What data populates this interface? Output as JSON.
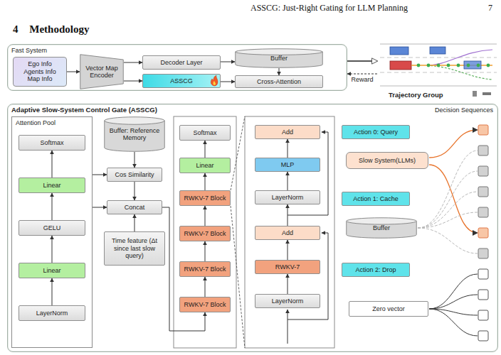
{
  "diagram": {
    "nodes": [
      {
        "text": [
          "Fast System"
        ]
      },
      {
        "text": [
          "Ego Info",
          "Agents Info",
          "Map Info"
        ],
        "in": 0
      },
      {
        "text": [
          "Vector Map Encoder"
        ],
        "in": 0
      },
      {
        "text": [
          "Decoder Layer"
        ],
        "in": 0
      },
      {
        "text": [
          "ASSCG"
        ],
        "in": 0
      },
      {
        "text": [
          "Buffer"
        ],
        "in": 0
      },
      {
        "text": [
          "Cross-Attention"
        ],
        "in": 0
      },
      {
        "text": [
          "Trajectory Group"
        ]
      },
      {
        "text": [
          "Adaptive Slow-System Control Gate (ASSCG)",
          "Decision Sequences"
        ]
      },
      {
        "text": [
          "Attention Pool"
        ],
        "in": 8
      },
      {
        "text": [
          "Softmax"
        ],
        "in": 9
      },
      {
        "text": [
          "Linear"
        ],
        "in": 9
      },
      {
        "text": [
          "GELU"
        ],
        "in": 9
      },
      {
        "text": [
          "Linear"
        ],
        "in": 9
      },
      {
        "text": [
          "LayerNorm"
        ],
        "in": 9
      },
      {
        "text": [
          "Buffer: Reference Memory"
        ],
        "in": 8
      },
      {
        "text": [
          "Cos Similarity"
        ],
        "in": 8
      },
      {
        "text": [
          "Concat"
        ],
        "in": 8
      },
      {
        "text": [
          "Time feature (Δt since last slow query)"
        ],
        "in": 8
      },
      {
        "text": [
          "Softmax"
        ],
        "in": 8
      },
      {
        "text": [
          "Linear"
        ],
        "in": 8
      },
      {
        "text": [
          "RWKV-7 Block"
        ],
        "in": 8
      },
      {
        "text": [
          "RWKV-7 Block"
        ],
        "in": 8
      },
      {
        "text": [
          "RWKV-7 Block"
        ],
        "in": 8
      },
      {
        "text": [
          "RWKV-7 Block"
        ],
        "in": 8
      },
      {
        "text": [
          "Add"
        ],
        "in": 8
      },
      {
        "text": [
          "MLP"
        ],
        "in": 8
      },
      {
        "text": [
          "LayerNorm"
        ],
        "in": 8
      },
      {
        "text": [
          "Add"
        ],
        "in": 8
      },
      {
        "text": [
          "RWKV-7"
        ],
        "in": 8
      },
      {
        "text": [
          "LayerNorm"
        ],
        "in": 8
      },
      {
        "text": [
          "Action 0: Query"
        ],
        "in": 8
      },
      {
        "text": [
          "Slow System(LLMs)"
        ],
        "in": 8
      },
      {
        "text": [
          "Action 1: Cache"
        ],
        "in": 8
      },
      {
        "text": [
          "Buffer"
        ],
        "in": 8
      },
      {
        "text": [
          "Action 2: Drop"
        ],
        "in": 8
      },
      {
        "text": [
          "Zero vector"
        ],
        "in": 8
      }
    ],
    "edges": [
      {
        "from": 1,
        "to": 2,
        "arrow": "to"
      },
      {
        "from": 2,
        "to": 3,
        "arrow": "to"
      },
      {
        "from": 2,
        "to": 4,
        "arrow": "to"
      },
      {
        "from": 3,
        "to": 5,
        "arrow": "to"
      },
      {
        "from": 5,
        "to": 6,
        "arrow": "to"
      },
      {
        "from": 4,
        "to": 6,
        "arrow": "to"
      },
      {
        "from": 0,
        "to": 7,
        "arrow": "to"
      },
      {
        "from": 7,
        "to": 0,
        "label": "Reward",
        "arrow": "to"
      },
      {
        "from": 14,
        "to": 13,
        "arrow": "to"
      },
      {
        "from": 13,
        "to": 12,
        "arrow": "to"
      },
      {
        "from": 12,
        "to": 11,
        "arrow": "to"
      },
      {
        "from": 11,
        "to": 10,
        "arrow": "to"
      },
      {
        "from": 15,
        "to": 16,
        "arrow": "to"
      },
      {
        "from": 16,
        "to": 17,
        "arrow": "to"
      },
      {
        "from": 18,
        "to": 17,
        "arrow": "to"
      },
      {
        "from": 9,
        "to": 16,
        "arrow": "to"
      },
      {
        "from": 9,
        "to": 17,
        "arrow": "to"
      },
      {
        "from": 17,
        "to": 24,
        "arrow": "to"
      },
      {
        "from": 24,
        "to": 23,
        "arrow": "to"
      },
      {
        "from": 23,
        "to": 22,
        "arrow": "to"
      },
      {
        "from": 22,
        "to": 21,
        "arrow": "to"
      },
      {
        "from": 21,
        "to": 20,
        "arrow": "to"
      },
      {
        "from": 20,
        "to": 19,
        "arrow": "to"
      },
      {
        "from": 30,
        "to": 29,
        "arrow": "to"
      },
      {
        "from": 29,
        "to": 28,
        "arrow": "to"
      },
      {
        "from": 28,
        "to": 27,
        "arrow": "to"
      },
      {
        "from": 27,
        "to": 26,
        "arrow": "to"
      },
      {
        "from": 26,
        "to": 25,
        "arrow": "to"
      }
    ],
    "labels": [
      "ASSCG: Just-Right Gating for LLM Planning",
      "7",
      "4 Methodology"
    ]
  }
}
